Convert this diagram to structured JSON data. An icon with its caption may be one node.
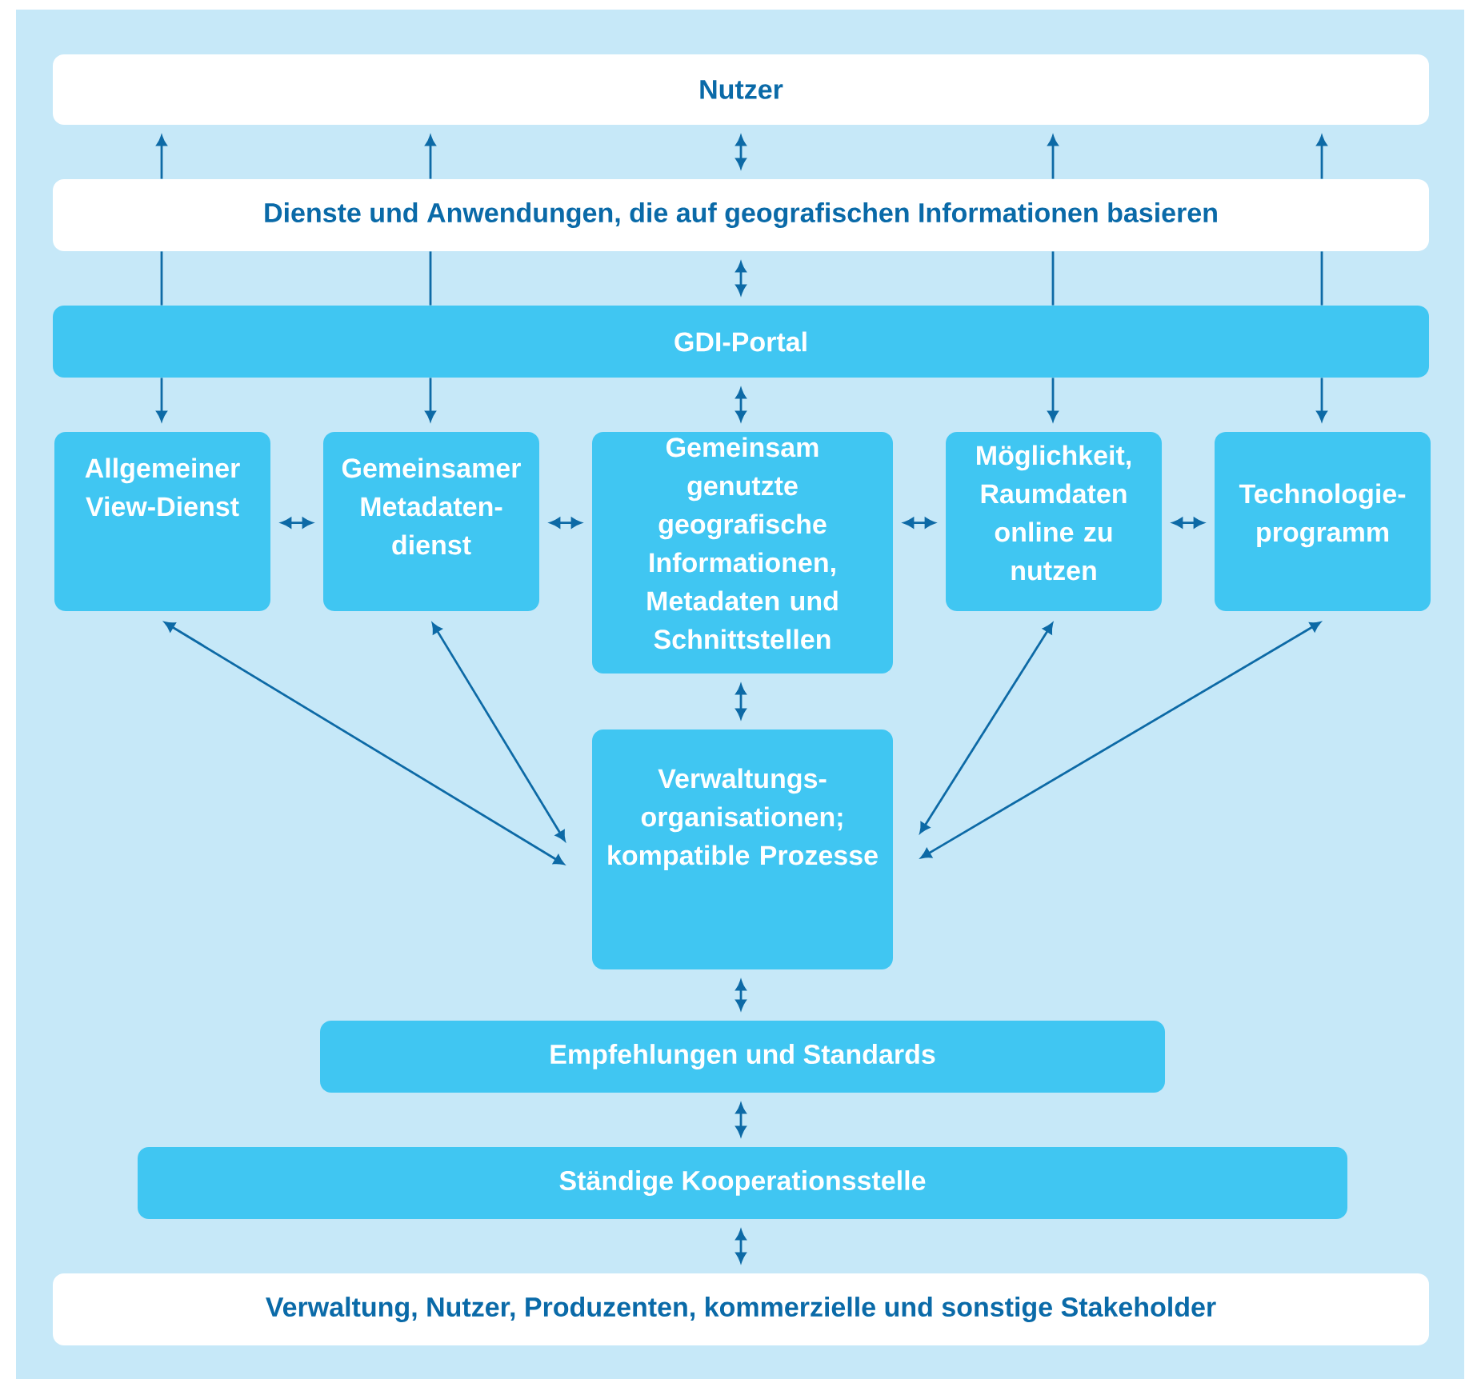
{
  "diagram": {
    "nodes": [
      {
        "text": [
          "Nutzer"
        ]
      },
      {
        "text": [
          "Dienste und Anwendungen, die auf geografischen Informationen basieren"
        ]
      },
      {
        "text": [
          "GDI-Portal"
        ]
      },
      {
        "text": [
          "Allgemeiner View-Dienst"
        ]
      },
      {
        "text": [
          "Gemeinsamer Metadaten- dienst"
        ]
      },
      {
        "text": [
          "Gemeinsam genutzte geografische Informationen, Metadaten und Schnittstellen"
        ]
      },
      {
        "text": [
          "Möglichkeit, Raumdaten online zu nutzen"
        ]
      },
      {
        "text": [
          "Technologie- programm"
        ]
      },
      {
        "text": [
          "Verwaltungs- organisationen; kompatible Prozesse"
        ]
      },
      {
        "text": [
          "Empfehlungen und Standards"
        ]
      },
      {
        "text": [
          "Ständige Kooperationsstelle"
        ]
      },
      {
        "text": [
          "Verwaltung, Nutzer, Produzenten, kommerzielle und sonstige Stakeholder"
        ]
      }
    ],
    "edges": [
      {
        "from": 1,
        "to": 0,
        "arrow": "to"
      },
      {
        "from": 1,
        "to": 2,
        "arrow": "none"
      },
      {
        "from": 2,
        "to": 3,
        "arrow": "to"
      },
      {
        "from": 1,
        "to": 0,
        "arrow": "to"
      },
      {
        "from": 1,
        "to": 2,
        "arrow": "none"
      },
      {
        "from": 2,
        "to": 4,
        "arrow": "to"
      },
      {
        "from": 0,
        "to": 1,
        "arrow": "both"
      },
      {
        "from": 1,
        "to": 2,
        "arrow": "both"
      },
      {
        "from": 2,
        "to": 5,
        "arrow": "both"
      },
      {
        "from": 1,
        "to": 0,
        "arrow": "to"
      },
      {
        "from": 1,
        "to": 2,
        "arrow": "none"
      },
      {
        "from": 2,
        "to": 6,
        "arrow": "to"
      },
      {
        "from": 1,
        "to": 0,
        "arrow": "to"
      },
      {
        "from": 1,
        "to": 2,
        "arrow": "none"
      },
      {
        "from": 2,
        "to": 7,
        "arrow": "to"
      },
      {
        "from": 3,
        "to": 4,
        "arrow": "both"
      },
      {
        "from": 4,
        "to": 5,
        "arrow": "both"
      },
      {
        "from": 5,
        "to": 6,
        "arrow": "both"
      },
      {
        "from": 6,
        "to": 7,
        "arrow": "both"
      },
      {
        "from": 5,
        "to": 8,
        "arrow": "both"
      },
      {
        "from": 3,
        "to": 8,
        "arrow": "both"
      },
      {
        "from": 4,
        "to": 8,
        "arrow": "both"
      },
      {
        "from": 6,
        "to": 8,
        "arrow": "both"
      },
      {
        "from": 7,
        "to": 8,
        "arrow": "both"
      },
      {
        "from": 8,
        "to": 9,
        "arrow": "both"
      },
      {
        "from": 9,
        "to": 10,
        "arrow": "both"
      },
      {
        "from": 10,
        "to": 11,
        "arrow": "both"
      }
    ]
  }
}
